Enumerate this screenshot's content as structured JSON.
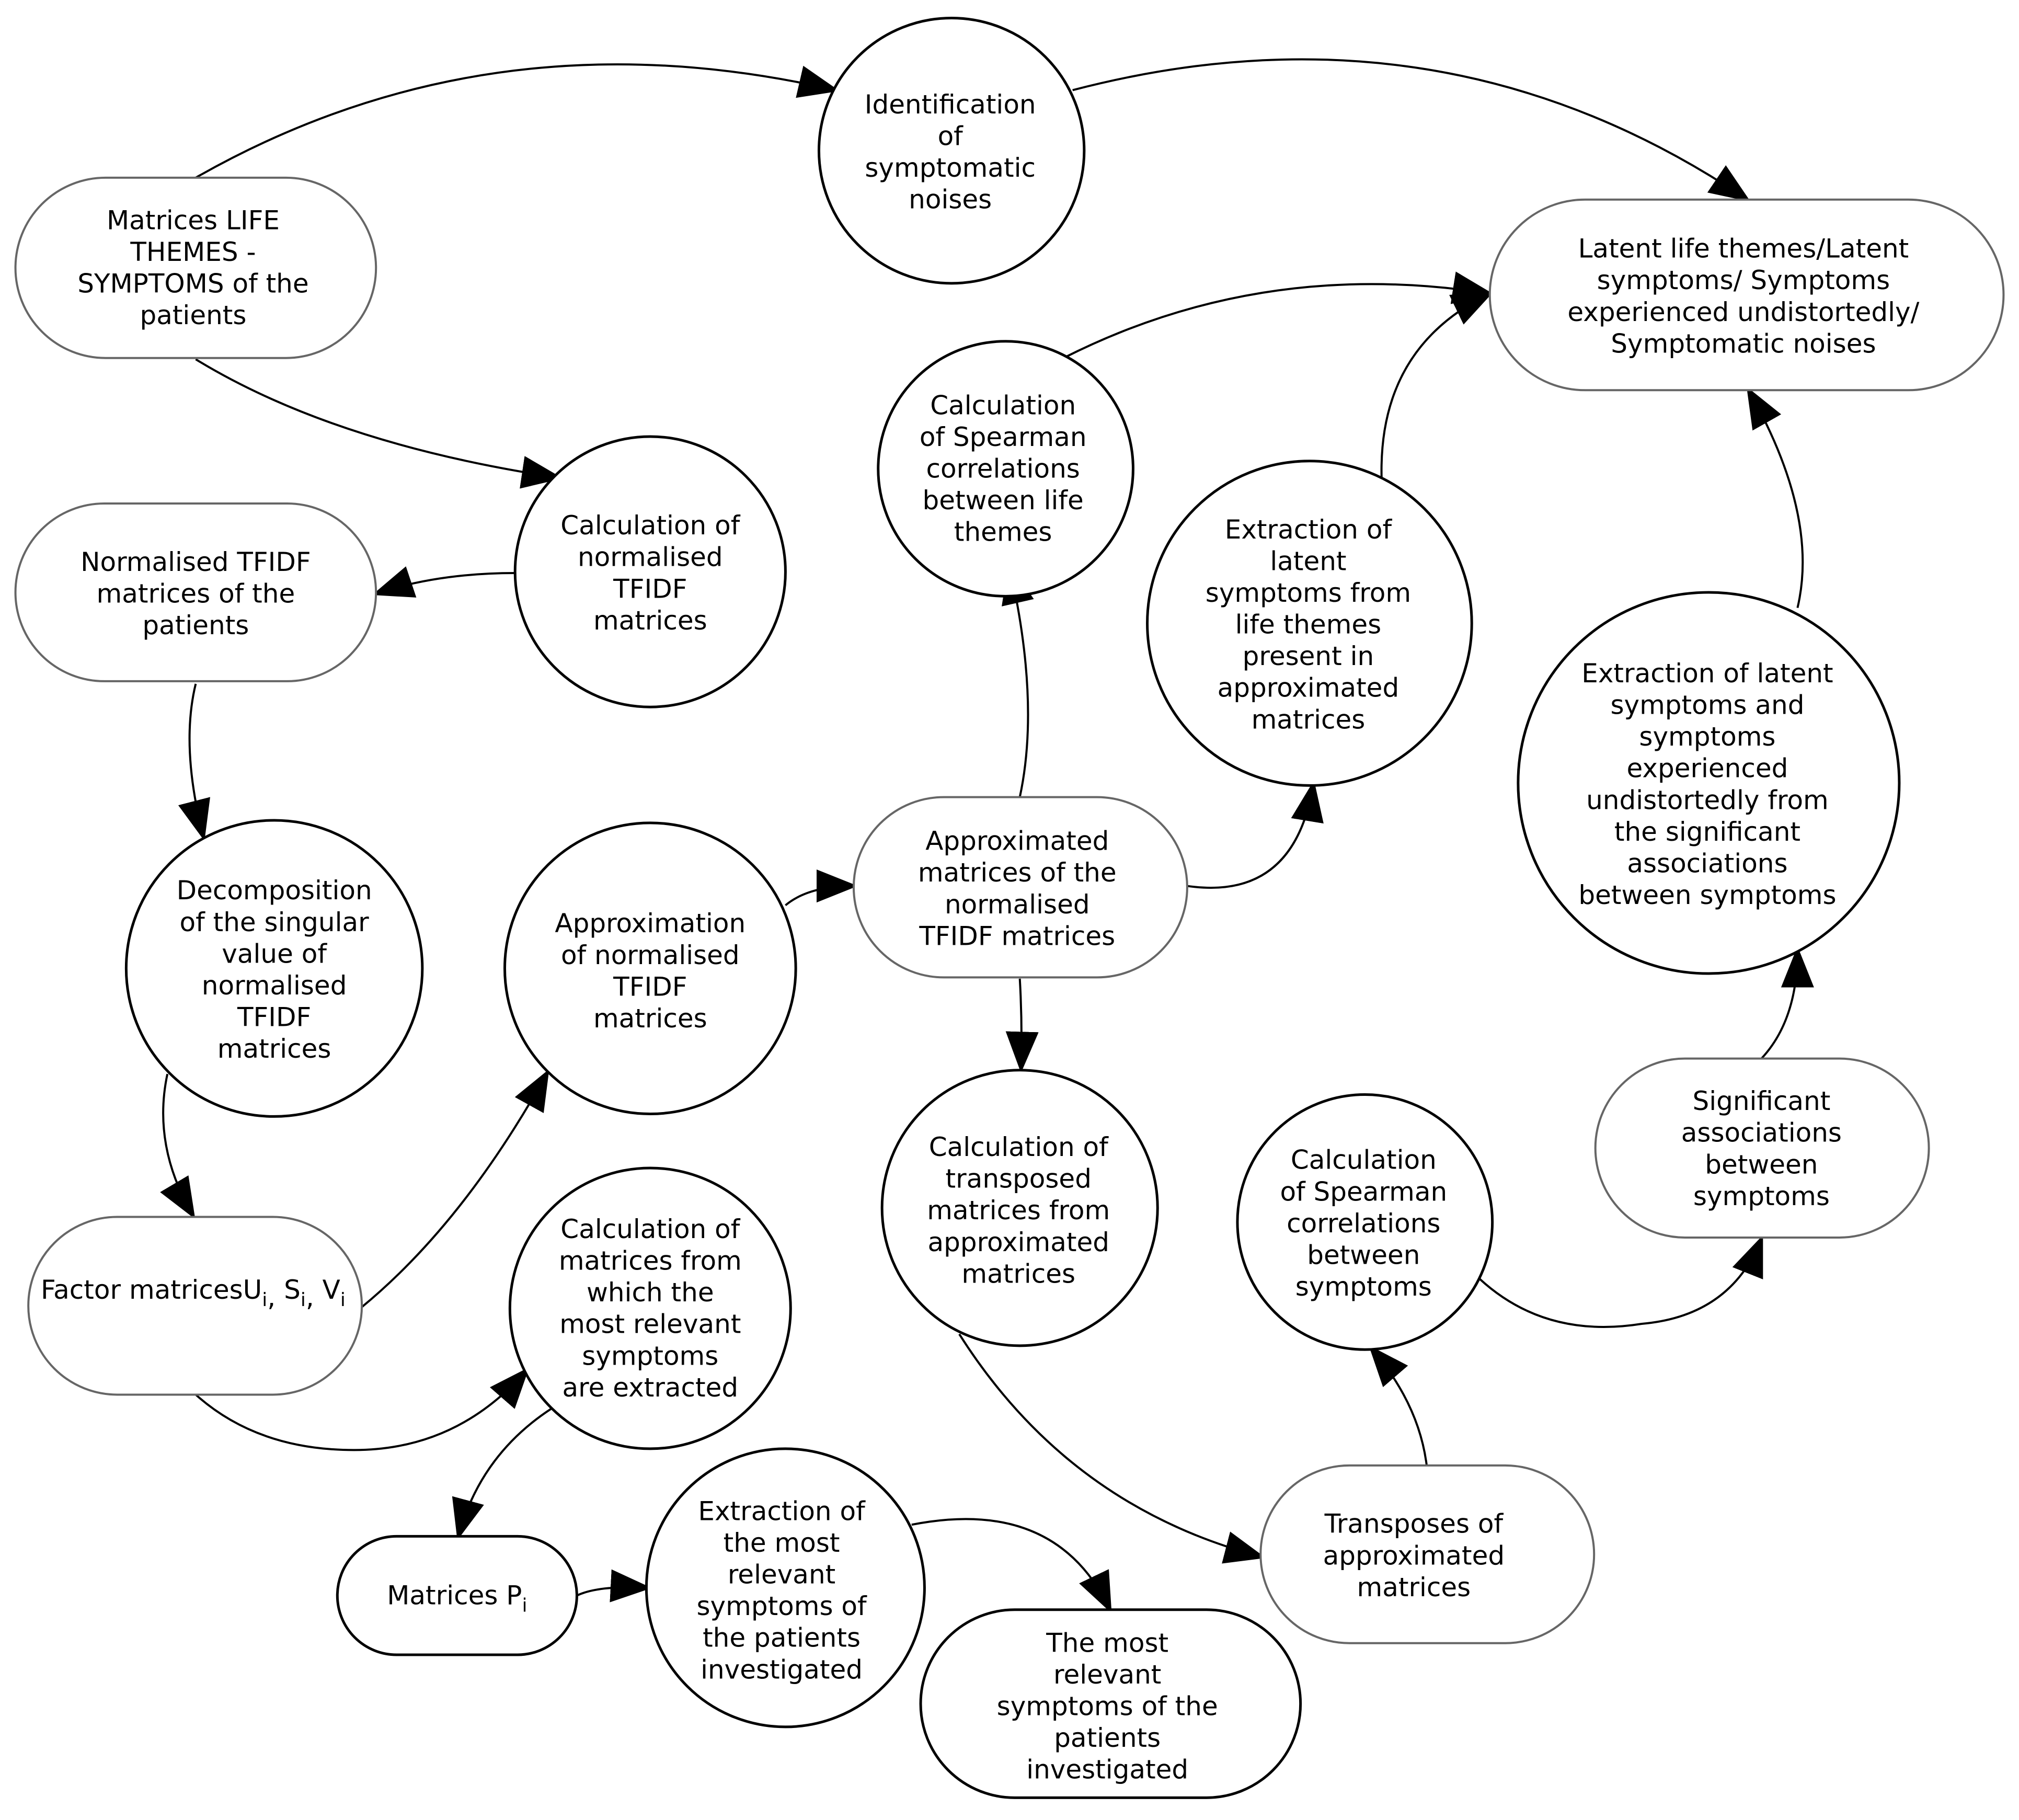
{
  "nodes": {
    "life_themes_symptoms": {
      "shape": "rounded",
      "lines": [
        "Matrices LIFE",
        "THEMES -",
        "SYMPTOMS of the",
        "patients"
      ]
    },
    "identification_noises": {
      "shape": "circle",
      "lines": [
        "Identification",
        "of",
        "symptomatic",
        "noises"
      ]
    },
    "latent_outcomes": {
      "shape": "rounded",
      "lines": [
        "Latent life themes/Latent",
        "symptoms/ Symptoms",
        "experienced undistortedly/",
        "Symptomatic noises"
      ]
    },
    "calc_normalised_tfidf": {
      "shape": "circle",
      "lines": [
        "Calculation of",
        "normalised",
        "TFIDF",
        "matrices"
      ]
    },
    "normalised_tfidf": {
      "shape": "rounded",
      "lines": [
        "Normalised TFIDF",
        "matrices of the",
        "patients"
      ]
    },
    "spearman_life_themes": {
      "shape": "circle",
      "lines": [
        "Calculation",
        "of Spearman",
        "correlations",
        "between life",
        "themes"
      ]
    },
    "extraction_latent_from_life": {
      "shape": "circle",
      "lines": [
        "Extraction of",
        "latent",
        "symptoms from",
        "life themes",
        "present in",
        "approximated",
        "matrices"
      ]
    },
    "extraction_latent_significant": {
      "shape": "circle",
      "lines": [
        "Extraction of latent",
        "symptoms and",
        "symptoms",
        "experienced",
        "undistortedly from",
        "the significant",
        "associations",
        "between symptoms"
      ]
    },
    "svd": {
      "shape": "circle",
      "lines": [
        "Decomposition",
        "of the singular",
        "value of",
        "normalised",
        "TFIDF",
        "matrices"
      ]
    },
    "approximation": {
      "shape": "circle",
      "lines": [
        "Approximation",
        "of normalised",
        "TFIDF",
        "matrices"
      ]
    },
    "approximated_matrices": {
      "shape": "rounded",
      "lines": [
        "Approximated",
        "matrices of the",
        "normalised",
        "TFIDF matrices"
      ]
    },
    "calc_transposed": {
      "shape": "circle",
      "lines": [
        "Calculation of",
        "transposed",
        "matrices from",
        "approximated",
        "matrices"
      ]
    },
    "spearman_symptoms": {
      "shape": "circle",
      "lines": [
        "Calculation",
        "of Spearman",
        "correlations",
        "between",
        "symptoms"
      ]
    },
    "significant_associations": {
      "shape": "rounded",
      "lines": [
        "Significant",
        "associations",
        "between",
        "symptoms"
      ]
    },
    "factor_matrices": {
      "shape": "rounded",
      "lines": [
        "Factor matrices"
      ],
      "formula": {
        "letters": [
          "U",
          "S",
          "V"
        ],
        "sub": "i",
        "sep": ", "
      }
    },
    "calc_relevant": {
      "shape": "circle",
      "lines": [
        "Calculation of",
        "matrices from",
        "which the",
        "most relevant",
        "symptoms",
        "are extracted"
      ]
    },
    "matrices_p": {
      "shape": "rounded",
      "label": "Matrices P",
      "sub": "i"
    },
    "extraction_relevant": {
      "shape": "circle",
      "lines": [
        "Extraction of",
        "the most",
        "relevant",
        "symptoms of",
        "the patients",
        "investigated"
      ]
    },
    "most_relevant": {
      "shape": "rounded",
      "lines": [
        "The most",
        "relevant",
        "symptoms of the",
        "patients",
        "investigated"
      ]
    },
    "transposes": {
      "shape": "rounded",
      "lines": [
        "Transposes of",
        "approximated",
        "matrices"
      ]
    }
  },
  "edges": [
    {
      "from": "life_themes_symptoms",
      "to": "identification_noises"
    },
    {
      "from": "identification_noises",
      "to": "latent_outcomes"
    },
    {
      "from": "life_themes_symptoms",
      "to": "calc_normalised_tfidf"
    },
    {
      "from": "calc_normalised_tfidf",
      "to": "normalised_tfidf"
    },
    {
      "from": "normalised_tfidf",
      "to": "svd"
    },
    {
      "from": "svd",
      "to": "factor_matrices"
    },
    {
      "from": "factor_matrices",
      "to": "approximation"
    },
    {
      "from": "factor_matrices",
      "to": "calc_relevant"
    },
    {
      "from": "calc_relevant",
      "to": "matrices_p"
    },
    {
      "from": "matrices_p",
      "to": "extraction_relevant"
    },
    {
      "from": "extraction_relevant",
      "to": "most_relevant"
    },
    {
      "from": "approximation",
      "to": "approximated_matrices"
    },
    {
      "from": "approximated_matrices",
      "to": "spearman_life_themes"
    },
    {
      "from": "spearman_life_themes",
      "to": "latent_outcomes"
    },
    {
      "from": "approximated_matrices",
      "to": "extraction_latent_from_life"
    },
    {
      "from": "extraction_latent_from_life",
      "to": "latent_outcomes"
    },
    {
      "from": "approximated_matrices",
      "to": "calc_transposed"
    },
    {
      "from": "calc_transposed",
      "to": "transposes"
    },
    {
      "from": "transposes",
      "to": "spearman_symptoms"
    },
    {
      "from": "spearman_symptoms",
      "to": "significant_associations"
    },
    {
      "from": "significant_associations",
      "to": "extraction_latent_significant"
    },
    {
      "from": "extraction_latent_significant",
      "to": "latent_outcomes"
    }
  ]
}
